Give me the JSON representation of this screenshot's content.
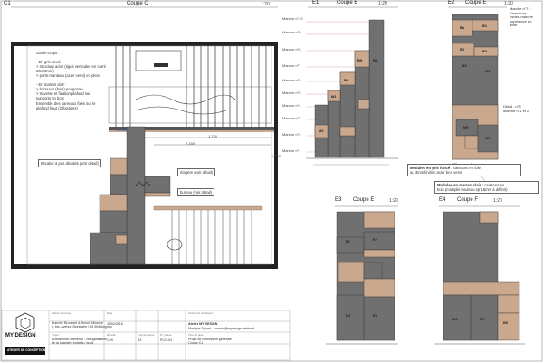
{
  "drawing": {
    "section_main": {
      "id": "C1",
      "title": "Coupe C",
      "scale": "1:20"
    },
    "labels": {
      "garde_corps": "Garde-corps :\n\n- En gris foncé :\n> structure acier (tiges verticales en carré\n20x20mm)\n> porte-manteau (acier verni) en plein\n\n- En marron clair :\n> barreaux (bois) pongoroni\n> traverse et fixation plafond sur\nsupports en bois",
      "note_ensemble": "Ensemble des barreaux fixés sur le\nplafond haut (2 fixations)",
      "escalier": "Escalier à pas\ndécalés (voir détail)",
      "etagere": "étagère (voir détail)",
      "bureau": "bureau (voir détail)",
      "estrade_tag": "estrader"
    },
    "dims": {
      "d1": "1,720",
      "d2": "2,150",
      "d3": "1,260"
    },
    "section_e1": {
      "id": "E1",
      "title": "Coupe E",
      "scale": "1:20"
    },
    "section_e2": {
      "id": "E2",
      "title": "Coupe E",
      "scale": "1:20"
    },
    "section_e3": {
      "id": "E3",
      "title": "Coupe E",
      "scale": "1:20"
    },
    "section_e4": {
      "id": "E4",
      "title": "Coupe F",
      "scale": "1:20"
    },
    "steps": [
      "Marche n°10",
      "Marche n°9",
      "Marche n°8",
      "Marche n°7",
      "Marche n°6",
      "Marche n°5",
      "Marche n°4",
      "Marche n°3",
      "Marche n°2",
      "Marche n°1"
    ],
    "step_note": "Marche n°7 :\nFermeture\ncontre-marche\nsupérieure en\nacier",
    "detail_note": "Détail : n°8\nMarche n°1 et 2",
    "legend_dark": {
      "title": "Modules en gris foncé :",
      "text": "caissons en tôle\nau 3mm finition acier brut verni"
    },
    "legend_light": {
      "title": "Modules en marron clair :",
      "text": "caissons en\nbois (multiplis bouleau ep 18mm à définir)"
    },
    "module_codes": [
      "Bb",
      "B1",
      "M3",
      "M4",
      "M5",
      "M6",
      "M7",
      "B2",
      "B3",
      "B4",
      "B5",
      "B6",
      "M1",
      "M2",
      "E1",
      "E2",
      "E3"
    ]
  },
  "title_block": {
    "logo_title": "MY DESIGN",
    "logo_sub": "ATELIER DE CONCEPTION",
    "h_client": "Maître d'ouvrage",
    "client": "Blanche Brousset & Benoît Meurice\n9, bis. Avenue Montcalm / 84 000 Avignon",
    "h_date": "Date",
    "date": "11/02/2016",
    "h_arch": "Architecte d'intérieur",
    "arch_name": "Atelier MY DESIGN",
    "arch_contact": "Marilyne Tyllard - contact@mydesign-atelier.fr",
    "h_project": "Projet",
    "project": "Architecture intérieure - réorganisation\nde la chambre enfants / ados",
    "h_scale": "Échelle",
    "scale": "1:20",
    "h_format": "Format papier",
    "format": "A3",
    "h_phase": "N° phase",
    "phase": "PCG-04",
    "h_plan": "Titre du plan",
    "plan": "Projet de conception générale :\nCoupe C1"
  }
}
